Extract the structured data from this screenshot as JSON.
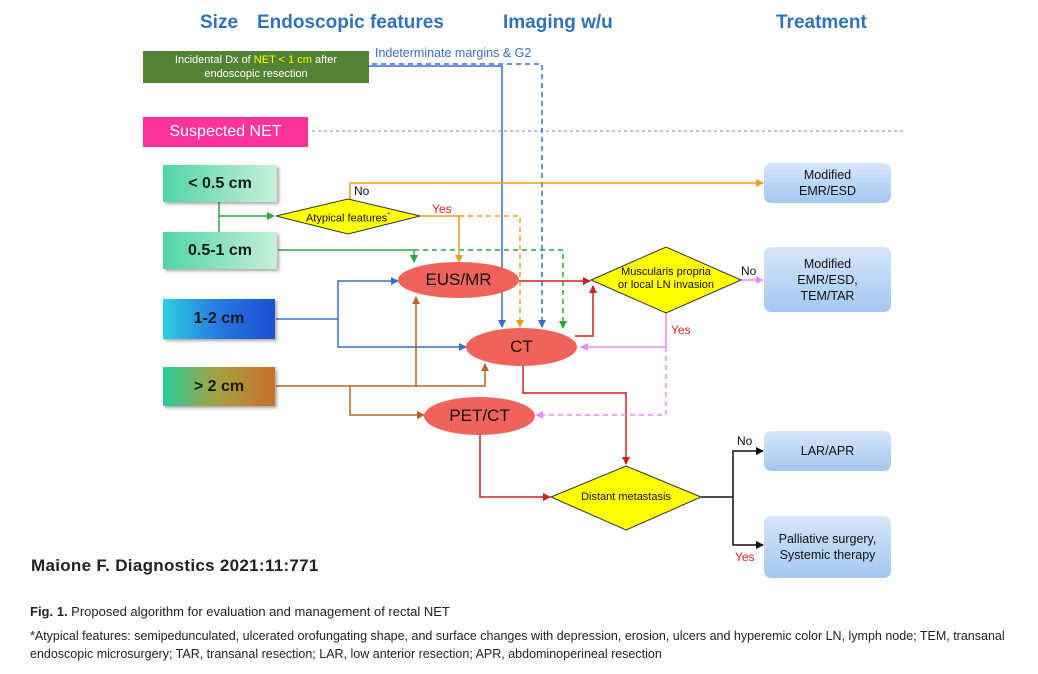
{
  "headers": {
    "size": "Size",
    "endoscopic": "Endoscopic features",
    "imaging": "Imaging w/u",
    "treatment": "Treatment"
  },
  "incidental": {
    "prefix": "Incidental Dx of ",
    "highlight": "NET < 1 cm",
    "suffix": " after",
    "line2": "endoscopic resection",
    "highlight_color": "#ffff00"
  },
  "indeterminate": "Indeterminate margins & G2",
  "suspected": "Suspected NET",
  "sizes": [
    "< 0.5 cm",
    "0.5-1 cm",
    "1-2 cm",
    "> 2 cm"
  ],
  "atypical": {
    "text": "Atypical features",
    "mark": "*"
  },
  "muscularis": {
    "line1": "Muscularis propria",
    "line2": "or local LN invasion"
  },
  "distant": "Distant metastasis",
  "imaging_nodes": {
    "eus": "EUS/MR",
    "ct": "CT",
    "petct": "PET/CT"
  },
  "treatments": {
    "t1": {
      "line1": "Modified",
      "line2": "EMR/ESD"
    },
    "t2": {
      "line1": "Modified",
      "line2": "EMR/ESD,",
      "line3": "TEM/TAR"
    },
    "t3": {
      "line1": "LAR/APR"
    },
    "t4": {
      "line1": "Palliative surgery,",
      "line2": "Systemic therapy"
    }
  },
  "edge_labels": {
    "no": "No",
    "yes": "Yes"
  },
  "colors": {
    "green": "#2aa540",
    "orange": "#e8a020",
    "blue": "#3a6fc8",
    "brown": "#b5652a",
    "red": "#cc2222",
    "violet": "#e48ef0",
    "yes_red": "#dd2222",
    "diamond": "#ffff00"
  },
  "citation": "Maione F. Diagnostics 2021:11:771",
  "caption": {
    "label": "Fig. 1.",
    "text": " Proposed algorithm for evaluation and management of rectal NET"
  },
  "footnote": "*Atypical features: semipedunculated, ulcerated orofungating shape, and surface changes with depression, erosion, ulcers and hyperemic color LN, lymph node; TEM, transanal endoscopic microsurgery; TAR, transanal resection; LAR, low anterior resection; APR, abdominoperineal resection"
}
